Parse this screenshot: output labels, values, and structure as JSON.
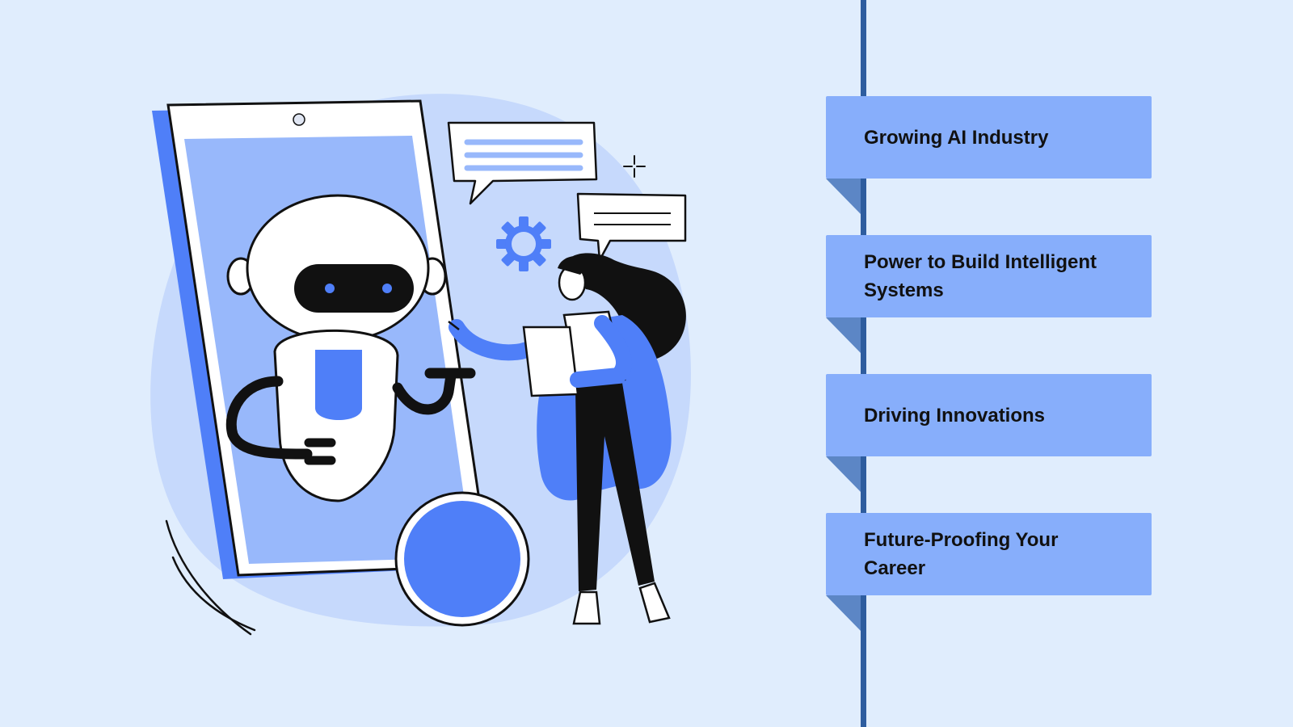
{
  "timeline": {
    "items": [
      {
        "label": "Growing AI Industry"
      },
      {
        "label": "Power to Build Intelligent Systems"
      },
      {
        "label": "Driving Innovations"
      },
      {
        "label": "Future-Proofing Your Career"
      }
    ]
  },
  "colors": {
    "background": "#e0edfd",
    "ribbon": "#87aefb",
    "ribbon_fold": "#5c86c5",
    "timeline_line": "#2e5d9f",
    "accent_blue": "#4f7ff8",
    "light_blue": "#a9c6fc"
  },
  "illustration": {
    "icons": [
      "phone-icon",
      "robot-icon",
      "speech-bubble-icon",
      "gear-icon",
      "sparkle-icon",
      "woman-with-tablet-icon"
    ]
  }
}
